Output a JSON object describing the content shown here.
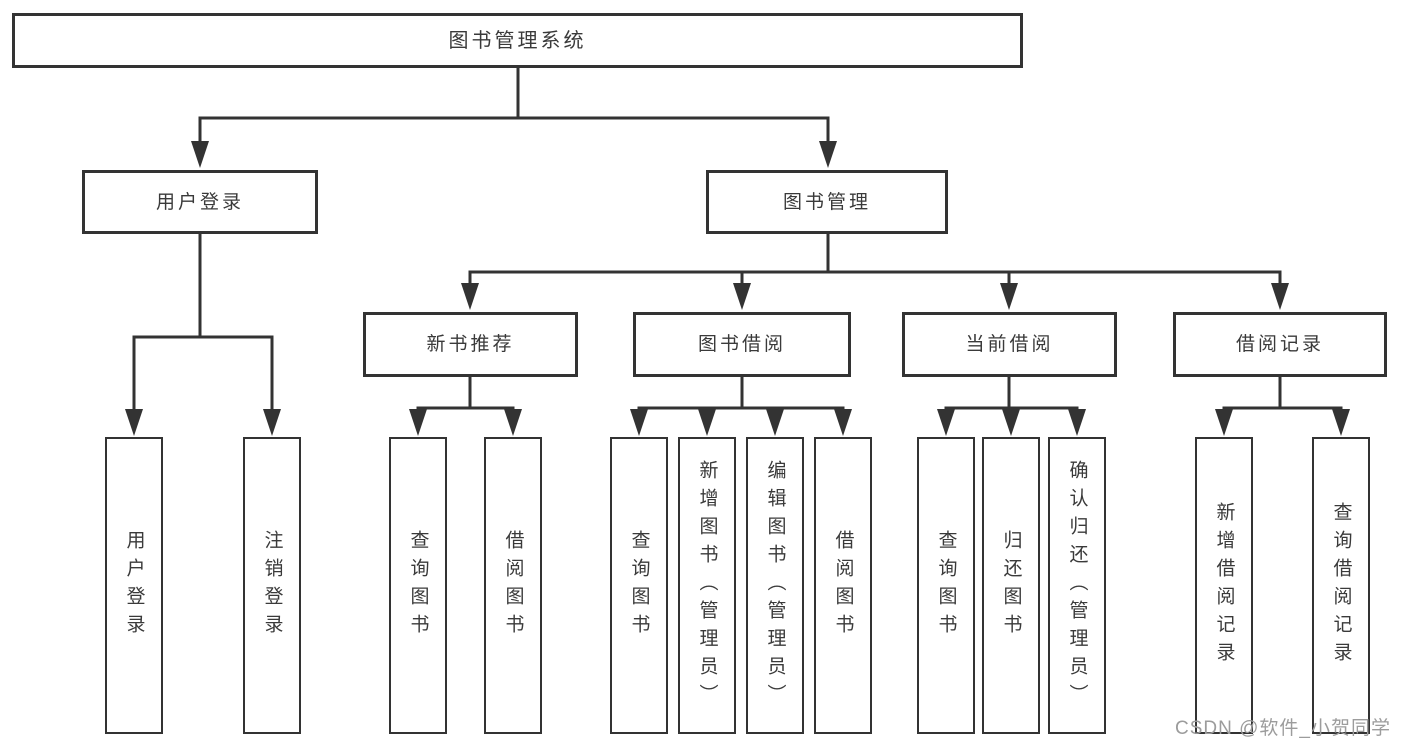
{
  "diagram_type": "hierarchy-tree",
  "colors": {
    "background": "#ffffff",
    "line": "#333333",
    "box_border": "#333333",
    "text": "#3a3a3a",
    "watermark": "#9c9c9c"
  },
  "watermark": {
    "text": "CSDN @软件_小贺同学"
  },
  "tree": {
    "label": "图书管理系统",
    "children": [
      {
        "label": "用户登录",
        "children": [
          {
            "label": "用户登录"
          },
          {
            "label": "注销登录"
          }
        ]
      },
      {
        "label": "图书管理",
        "children": [
          {
            "label": "新书推荐",
            "children": [
              {
                "label": "查询图书"
              },
              {
                "label": "借阅图书"
              }
            ]
          },
          {
            "label": "图书借阅",
            "children": [
              {
                "label": "查询图书"
              },
              {
                "label": "新增图书（管理员）"
              },
              {
                "label": "编辑图书（管理员）"
              },
              {
                "label": "借阅图书"
              }
            ]
          },
          {
            "label": "当前借阅",
            "children": [
              {
                "label": "查询图书"
              },
              {
                "label": "归还图书"
              },
              {
                "label": "确认归还（管理员）"
              }
            ]
          },
          {
            "label": "借阅记录",
            "children": [
              {
                "label": "新增借阅记录"
              },
              {
                "label": "查询借阅记录"
              }
            ]
          }
        ]
      }
    ]
  }
}
